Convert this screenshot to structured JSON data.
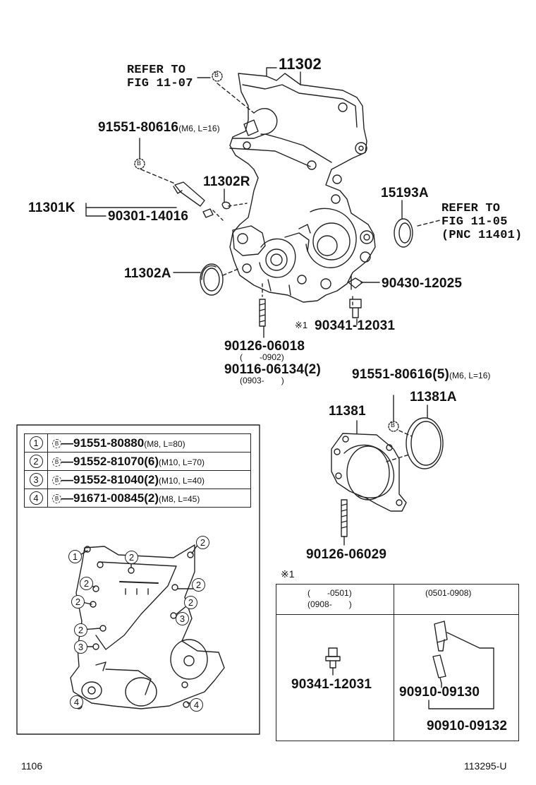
{
  "main": {
    "cover_part": "11302",
    "refer_1_line1": "REFER TO",
    "refer_1_line2": "FIG 11-07",
    "bolt_top": "91551-80616",
    "bolt_top_spec": "(M6, L=16)",
    "part_11302R": "11302R",
    "part_11301K": "11301K",
    "part_90301": "90301-14016",
    "part_15193A": "15193A",
    "refer_2_line1": "REFER TO",
    "refer_2_line2": "FIG 11-05",
    "refer_2_line3": "(PNC 11401)",
    "part_11302A": "11302A",
    "part_90430": "90430-12025",
    "note_mark": "※1",
    "part_90341_a": "90341-12031",
    "stud_1": "90126-06018",
    "stud_1_range": "(　　-0902)",
    "stud_2": "90116-06134(2)",
    "stud_2_range": "(0903-　　)",
    "bolt_rear": "91551-80616(5)",
    "bolt_rear_spec": "(M6, L=16)",
    "part_11381": "11381",
    "part_11381A": "11381A",
    "stud_rear": "90126-06029",
    "marker_b": "B"
  },
  "key_table": [
    {
      "num": "1",
      "part": "91551-80880",
      "spec": "(M8, L=80)"
    },
    {
      "num": "2",
      "part": "91552-81070(6)",
      "spec": "(M10, L=70)"
    },
    {
      "num": "3",
      "part": "91552-81040(2)",
      "spec": "(M10, L=40)"
    },
    {
      "num": "4",
      "part": "91671-00845(2)",
      "spec": "(M8, L=45)"
    }
  ],
  "cover_callouts": [
    "1",
    "2",
    "2",
    "2",
    "2",
    "2",
    "2",
    "2",
    "3",
    "3",
    "4",
    "4"
  ],
  "variant": {
    "mark": "※1",
    "col1_line1": "(　　-0501)",
    "col1_line2": "(0908-　　)",
    "col2": "(0501-0908)",
    "col1_part": "90341-12031",
    "col2_part_1": "90910-09130",
    "col2_part_2": "90910-09132"
  },
  "footer": {
    "left": "1106",
    "right": "113295-U"
  }
}
